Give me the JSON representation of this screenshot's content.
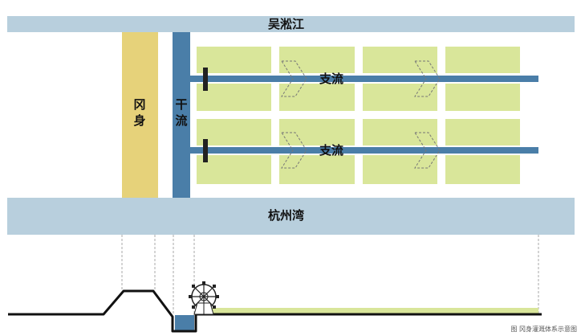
{
  "labels": {
    "north_river": "吴淞江",
    "south_river": "杭州湾",
    "dike": "冈身",
    "main_canal": "干流",
    "branch_1": "支流",
    "branch_2": "支流"
  },
  "caption": "图 冈身灌溉体系示意图",
  "colors": {
    "river": "#b8cfdd",
    "dike": "#e6d27a",
    "canal": "#4a7ea8",
    "field": "#d9e69a",
    "sluice": "#222222"
  }
}
